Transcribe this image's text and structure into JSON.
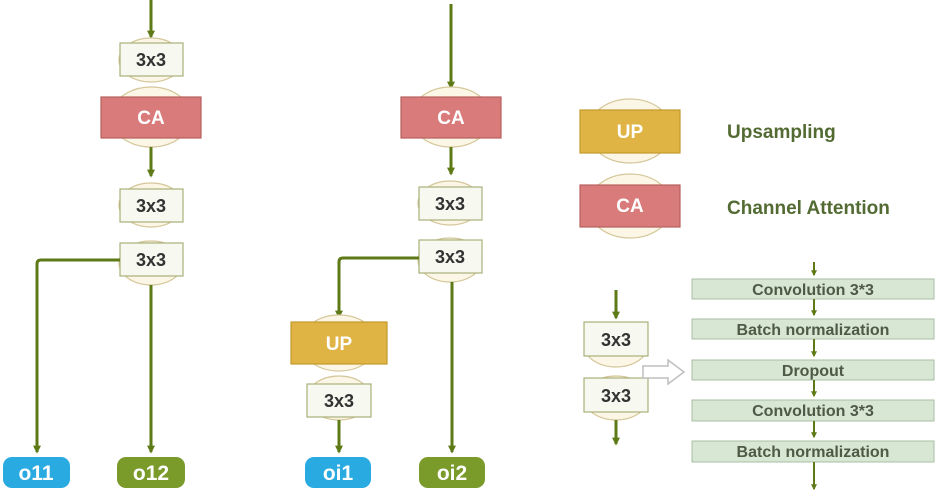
{
  "colors": {
    "arrow": "#5e7a16",
    "conv_fill": "#f7f8f0",
    "conv_stroke": "#a9b07a",
    "ellipse_fill": "#fbf6e6",
    "ellipse_stroke": "#d5c79a",
    "ca_fill": "#d87b7a",
    "ca_stroke": "#b86160",
    "up_fill": "#dfb444",
    "up_stroke": "#c49a2c",
    "blue_output": "#29aae1",
    "green_output": "#7a9a2a",
    "legend_text": "#536b33",
    "step_fill": "#d8e6d4",
    "step_stroke": "#a8bfa5",
    "step_text": "#4e5a45",
    "box_text": "#333333",
    "output_text": "#ffffff"
  },
  "left_column": {
    "conv1": "3x3",
    "ca": "CA",
    "conv2": "3x3",
    "conv3": "3x3",
    "output_a": "o11",
    "output_b": "o12"
  },
  "middle_column": {
    "ca": "CA",
    "conv1": "3x3",
    "conv2": "3x3",
    "up": "UP",
    "conv3": "3x3",
    "output_a": "oi1",
    "output_b": "oi2"
  },
  "legend": {
    "up_label": "UP",
    "up_text": "Upsampling",
    "ca_label": "CA",
    "ca_text": "Channel Attention"
  },
  "conv_block": {
    "conv1": "3x3",
    "conv2": "3x3",
    "steps": [
      "Convolution 3*3",
      "Batch normalization",
      "Dropout",
      "Convolution 3*3",
      "Batch normalization"
    ]
  }
}
